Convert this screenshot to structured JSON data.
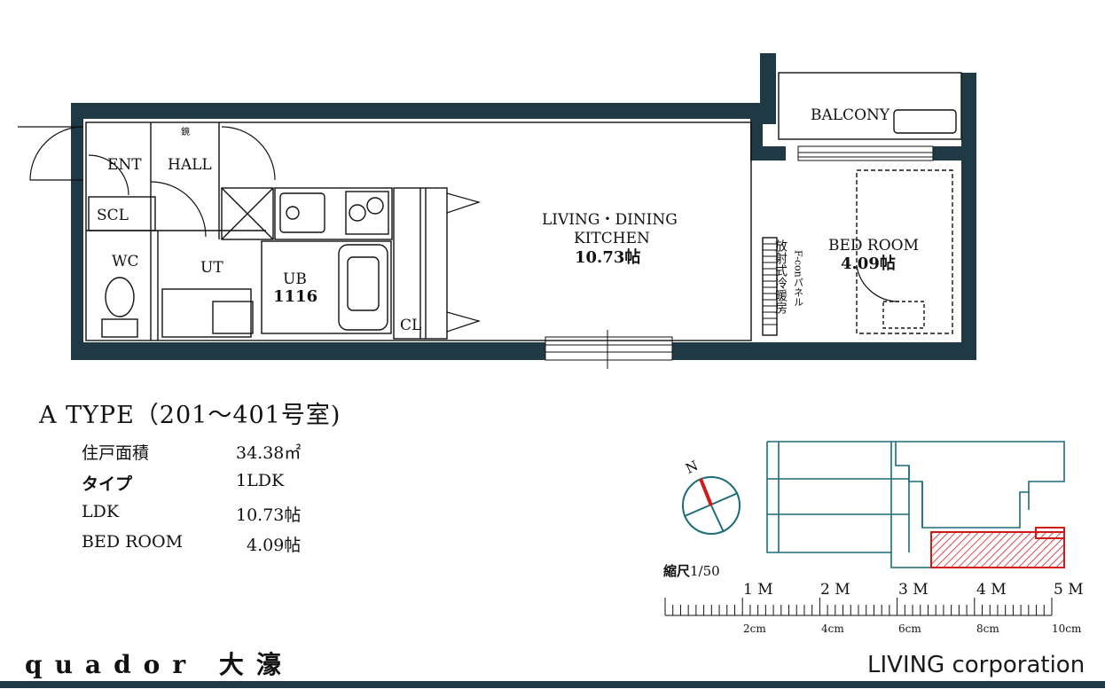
{
  "rooms": {
    "ent": "ENT",
    "hall": "HALL",
    "mirror": "鏡",
    "scl": "SCL",
    "wc": "WC",
    "ut": "UT",
    "ub": "UB",
    "ub_size": "1116",
    "cl": "CL",
    "ldk_line1": "LIVING・DINING",
    "ldk_line2": "KITCHEN",
    "ldk_area": "10.73帖",
    "bedroom": "BED ROOM",
    "bedroom_area": "4.09帖",
    "balcony": "BALCONY",
    "heater_line1": "放射式冷暖房",
    "heater_line2": "F-conパネル"
  },
  "unit_info": {
    "title": "A  TYPE（201～401号室)",
    "rows": [
      {
        "key": "住戸面積",
        "value": "34.38㎡"
      },
      {
        "key": "タイプ",
        "value": "1LDK"
      },
      {
        "key": "LDK",
        "value": "10.73帖"
      },
      {
        "key": "BED ROOM",
        "value": "4.09帖"
      }
    ]
  },
  "compass": {
    "north": "N"
  },
  "scale": {
    "label_bold": "縮尺",
    "label_value": "1/50",
    "meters": [
      "1 M",
      "2 M",
      "3 M",
      "4 M",
      "5 M"
    ],
    "cm": [
      "2cm",
      "4cm",
      "6cm",
      "8cm",
      "10cm"
    ]
  },
  "brand": {
    "left": "quador 大濠",
    "right": "LIVING corporation"
  },
  "colors": {
    "wall": "#1f3a45",
    "key_plan": "#1b6c7a",
    "highlight": "#d11a1a"
  }
}
